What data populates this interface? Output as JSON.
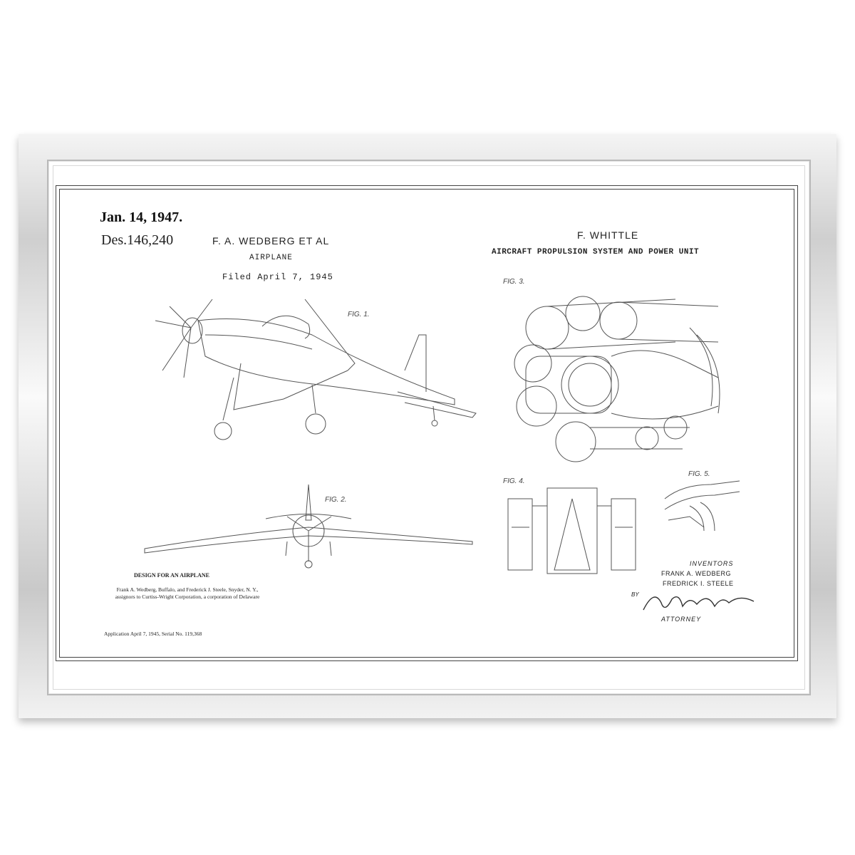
{
  "left_patent": {
    "date": "Jan. 14, 1947.",
    "number": "Des.146,240",
    "inventor": "F. A. WEDBERG ET AL",
    "subject": "AIRPLANE",
    "filed": "Filed April 7, 1945",
    "fig1": "FIG. 1.",
    "fig2": "FIG. 2.",
    "design_title": "DESIGN FOR AN AIRPLANE",
    "design_body": "Frank A. Wedberg, Buffalo, and Frederick J. Steele, Snyder, N. Y., assignors to Curtiss-Wright Corporation, a corporation of Delaware",
    "application": "Application April 7, 1945, Serial No. 119,368"
  },
  "right_patent": {
    "inventor": "F. WHITTLE",
    "subject": "AIRCRAFT PROPULSION SYSTEM AND POWER UNIT",
    "fig3": "FIG. 3.",
    "fig4": "FIG. 4.",
    "fig5": "FIG. 5.",
    "inventors_label": "INVENTORS",
    "inventor1": "FRANK A. WEDBERG",
    "inventor2": "FREDRICK I. STEELE",
    "by": "BY",
    "signature": "George F. Goodyear",
    "attorney": "ATTORNEY"
  },
  "colors": {
    "frame": "#d6d6d6",
    "ink": "#333333"
  }
}
